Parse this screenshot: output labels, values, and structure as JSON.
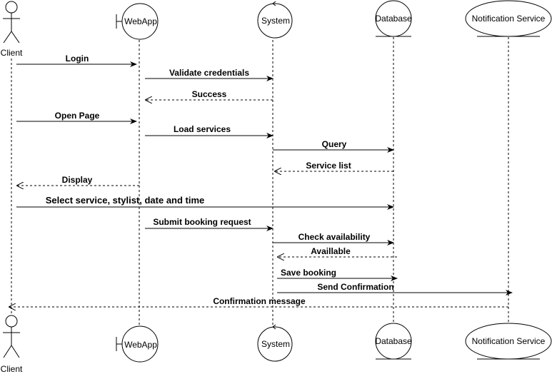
{
  "participants": {
    "client": {
      "label": "Client",
      "kind": "actor"
    },
    "webapp": {
      "label": "WebApp",
      "kind": "boundary"
    },
    "system": {
      "label": "System",
      "kind": "control"
    },
    "database": {
      "label": "Database",
      "kind": "entity"
    },
    "notification": {
      "label": "Notification Service",
      "kind": "entity"
    }
  },
  "messages": [
    {
      "from": "client",
      "to": "webapp",
      "label": "Login",
      "type": "sync"
    },
    {
      "from": "webapp",
      "to": "system",
      "label": "Validate credentials",
      "type": "sync"
    },
    {
      "from": "system",
      "to": "webapp",
      "label": "Success",
      "type": "return"
    },
    {
      "from": "client",
      "to": "webapp",
      "label": "Open Page",
      "type": "sync"
    },
    {
      "from": "webapp",
      "to": "system",
      "label": "Load services",
      "type": "sync"
    },
    {
      "from": "system",
      "to": "database",
      "label": "Query",
      "type": "sync"
    },
    {
      "from": "database",
      "to": "system",
      "label": "Service list",
      "type": "return"
    },
    {
      "from": "webapp",
      "to": "client",
      "label": "Display",
      "type": "return"
    },
    {
      "from": "client",
      "to": "database",
      "label": "Select service, stylist, date and time",
      "type": "sync"
    },
    {
      "from": "webapp",
      "to": "system",
      "label": "Submit booking request",
      "type": "sync"
    },
    {
      "from": "system",
      "to": "database",
      "label": "Check availability",
      "type": "sync"
    },
    {
      "from": "database",
      "to": "system",
      "label": "Availlable",
      "type": "return"
    },
    {
      "from": "system",
      "to": "database",
      "label": "Save booking",
      "type": "sync"
    },
    {
      "from": "system",
      "to": "notification",
      "label": "Send Confirmation",
      "type": "sync"
    },
    {
      "from": "notification",
      "to": "client",
      "label": "Confirmation message",
      "type": "return"
    }
  ]
}
